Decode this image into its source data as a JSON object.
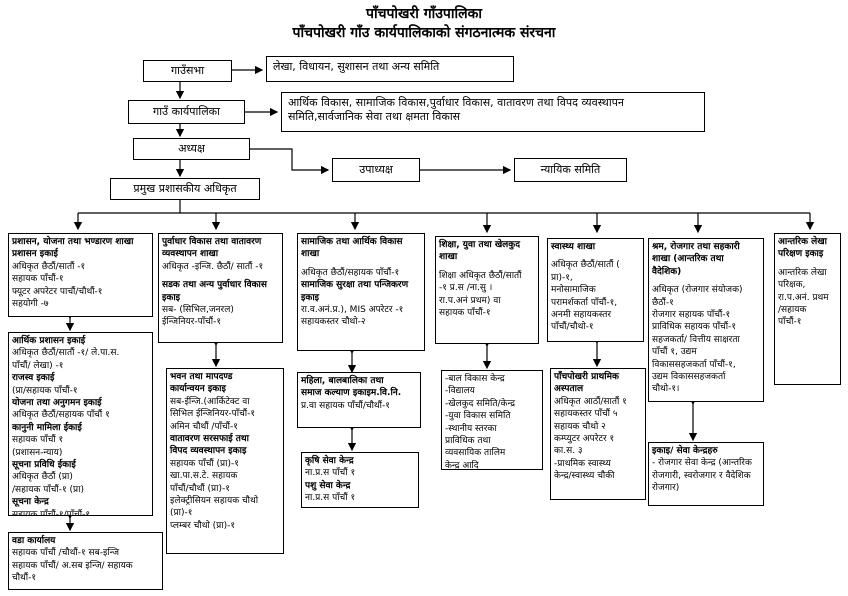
{
  "header": {
    "title1": "पाँचपोखरी गाँउपालिका",
    "title2": "पाँचपोखरी गाँउ कार्यपालिकाको संगठनात्मक संरचना"
  },
  "top": {
    "gaunsabha": "गाउँसभा",
    "sabha_committees": "लेखा, विधायन, सुशासन तथा अन्य समिति",
    "karyapalika": "गाउँ कार्यपालिका",
    "karyapalika_committees_1": "आर्थिक विकास, सामाजिक विकास,पुर्वाधार विकास, वातावरण तथा विपद व्यवस्थापन",
    "karyapalika_committees_2": "समिति,सार्वजानिक सेवा तथा क्षमता विकास",
    "adhyaksha": "अध्यक्ष",
    "upadhyaksha": "उपाध्यक्ष",
    "nyayik": "न्यायिक समिति",
    "pramukh": "प्रमुख प्रशासकीय अधिकृत"
  },
  "b1": [
    "प्रशासन, योजना तथा भण्डारण शाखा",
    "प्रशासन इकाई",
    "अधिकृत छैठौं/सातौं -१",
    "सहायक पाँचौं-१",
    "फ्यूटर अपरेटर पाचौं/चौथौं-१",
    "सहयोगी -७"
  ],
  "b1b": [
    "आर्थिक प्रशासन इकाई",
    "अधिकृत छैठौं/सातौं -१/ ले.पा.स.",
    "पाँचौं/ लेखा) -१",
    "राजस्व इकाई",
    "(प्रा/सहायक पाँचौं-१",
    "योजना तथा अनुगमन इकाई",
    "अधिकृत छैठौं/सहायक पाँचौं १",
    "कानुनी मामिला ईकाई",
    "सहायक पाँचौं १",
    "(प्रशासन-न्याय)",
    "सूचना प्रविधि ईकाई",
    "अधिकृत छैठौं (प्रा)",
    "/सहायक पाँचौं-१ (प्रा)",
    "सूचना केन्द्र",
    "सहायक पाँचौं-१/पाँचौं-१"
  ],
  "b1c": [
    "वडा कार्यालय",
    "सहायक पाँचौं /चौथौं-१ सब-इन्जि",
    "सहायक पाँचौं/ अ.सब इन्जि/ सहायक",
    "चौथौं-१"
  ],
  "b2": [
    "पुर्वाधार विकास तथा वातावरण",
    "व्यवस्थापन शाखा",
    "अधिकृत -इन्जि. छैठौं/ सातौं -१",
    "सडक तथा अन्य पुर्वाधार विकास",
    "इकाइ",
    "सब- (सिभिल,जनरल)",
    "ईन्जिनियर-पाँचौं-१"
  ],
  "b2b": [
    "भवन तथा मापदण्ड",
    "कार्यान्वयन इकाइ",
    "सब-ईन्जि.(आर्किटेक्ट वा",
    "सिभिल ईन्जिनियर-पाँचौं-१",
    "अमिन चौथौं /पाँचौं-१",
    "वातावरण सरसफाई तथा",
    "विपद व्यवस्थापन इकाइ",
    "सहायक पाँचौं (प्रा)-१",
    "खा.पा.स.टे. सहायक",
    "पाँचौं/चौथौं (प्रा)-१",
    "इलेक्ट्रीसियन सहायक चौथो",
    "(प्रा)-१",
    "प्लम्बर चौथो (प्रा)-१"
  ],
  "b3": [
    "सामाजिक तथा आर्थिक विकास",
    "शाखा",
    "अधिकृत छैठौं/सहायक पाँचौं-१",
    "सामाजिक सुरक्षा तथा पन्जिकरण",
    "इकाइ",
    "रा.व.अनं.प्र.), MIS अपरेटर -१",
    "सहायकस्तर चौथो-२"
  ],
  "b3b": [
    "महिला, बालबालिका तथा",
    "समाज कल्याण इकाइम.वि.नि.",
    "प्र.वा सहायक पाँचौं/चौथौं-१"
  ],
  "b3c": [
    "कृषि सेवा केन्द्र",
    "ना.प्र.स पाँचौं १",
    "पशु सेवा केन्द्र",
    "ना.प्र.स पाँचौं १"
  ],
  "b4": [
    "शिक्षा, युवा तथा खेलकुद",
    "शाखा",
    "शिक्षा अधिकृत छैठौं/सातौं",
    "-१ प्र.स /ना.सु ।",
    "रा.प.अनं प्रथम) वा",
    "सहायक पाँचौं-१"
  ],
  "b4b": [
    "-बाल विकास केन्द्र",
    "-विद्यालय",
    "-खेलकुद समिति/केन्द्र",
    "-युवा विकास समिति",
    "-स्थानीय स्तरका",
    "प्राविधिक तथा",
    "व्यवसायिक तालिम",
    "केन्द्र आदि"
  ],
  "b5": [
    "स्वास्थ्य शाखा",
    "अधिकृत छैठौं/सातौं (",
    "प्रा)-१,",
    "मनोसामाजिक",
    "परामर्शकर्ता पाँचौं-१,",
    "अनमी सहायकस्तर",
    "पाँचौं/चौथो-१"
  ],
  "b5b": [
    "पाँचपोखरी प्राथमिक",
    "अस्पताल",
    "अधिकृत आठौं/सातौं १",
    "सहायकस्तर पाँचौं ५",
    "सहायक चौथो २",
    "कम्प्युटर अपरेटर १",
    "का.स. ३",
    "-प्राथमिक स्वास्थ्य",
    "केन्द्र/स्वास्थ्य चौकी"
  ],
  "b6": [
    "श्रम, रोजगार तथा सहकारी",
    "शाखा (आन्तरिक तथा",
    "वैदेशिक)",
    "अधिकृत (रोजगार संयोजक)",
    "छैठौं-१",
    "रोजगार सहायक पाँचौं-१",
    "प्राविधिक सहायक पाँचौं-१",
    "सहजकर्ता/ वित्तीय साक्षरता",
    "पाँचौं १, उद्यम",
    "विकाससहजकर्ता पाँचौं-१,",
    "उद्यम विकाससहजकर्ता",
    "चौथो-१।"
  ],
  "b6b": [
    "इकाइ/ सेवा केन्द्रहरु",
    "- रोजगार सेवा केन्द्र (आन्तरिक",
    "रोजगारी, स्वरोजगार र वैदेशिक",
    "रोजगार)"
  ],
  "b7": [
    "आन्तरिक लेखा",
    "परिक्षण इकाइ",
    "आन्तरिक लेखा",
    "परिक्षक,",
    "रा.प.अनं. प्रथम",
    "/सहायक",
    "पाँचौं-१"
  ]
}
